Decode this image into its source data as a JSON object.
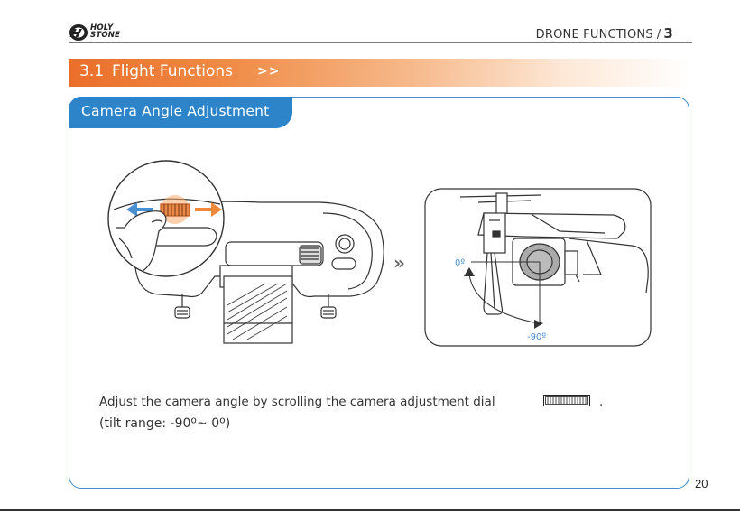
{
  "header": {
    "brand_line1": "HOLY",
    "brand_line2": "STONE",
    "chapter_title": "DRONE FUNCTIONS",
    "separator": "/",
    "chapter_number": "3"
  },
  "section": {
    "number": "3.1",
    "title": "Flight Functions",
    "arrows": ">>"
  },
  "subsection": {
    "title": "Camera Angle Adjustment"
  },
  "illustration": {
    "chevrons": "»",
    "angle_top": "0º",
    "angle_bottom": "-90º"
  },
  "body": {
    "line1": "Adjust the camera angle by scrolling the camera adjustment dial",
    "period": ".",
    "line2": "(tilt range: -90º~ 0º)"
  },
  "page_number": "20",
  "colors": {
    "accent_orange": "#ea6e2a",
    "accent_blue": "#2e84c8",
    "arrow_blue": "#4a8fd0"
  },
  "icons": [
    "holy-stone-logo-icon",
    "camera-dial-icon"
  ]
}
